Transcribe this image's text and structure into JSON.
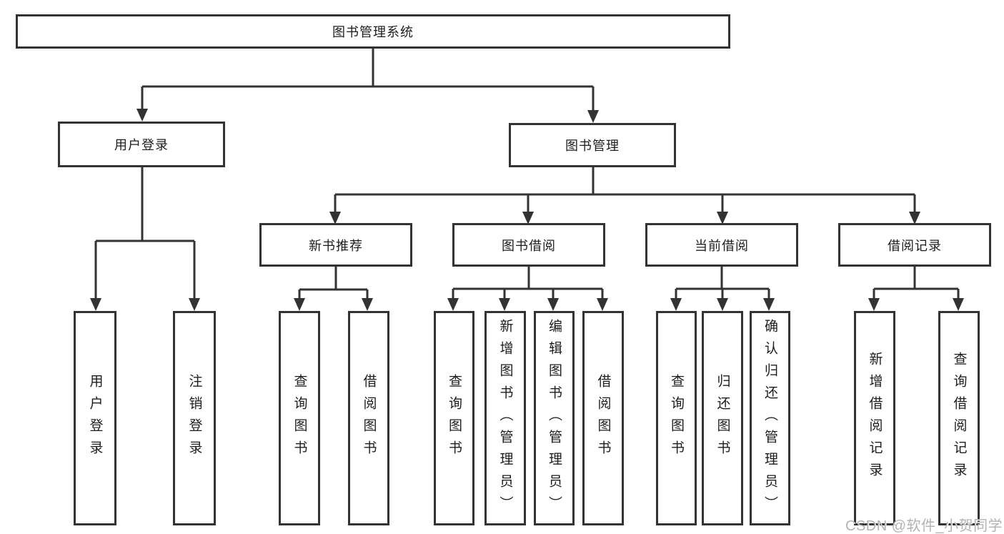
{
  "watermark": "CSDN @软件_小贺同学",
  "tree": {
    "label": "图书管理系统",
    "children": [
      {
        "label": "用户登录",
        "children": [
          {
            "label": "用户登录"
          },
          {
            "label": "注销登录"
          }
        ]
      },
      {
        "label": "图书管理",
        "children": [
          {
            "label": "新书推荐",
            "children": [
              {
                "label": "查询图书"
              },
              {
                "label": "借阅图书"
              }
            ]
          },
          {
            "label": "图书借阅",
            "children": [
              {
                "label": "查询图书"
              },
              {
                "label": "新增图书（管理员）"
              },
              {
                "label": "编辑图书（管理员）"
              },
              {
                "label": "借阅图书"
              }
            ]
          },
          {
            "label": "当前借阅",
            "children": [
              {
                "label": "查询图书"
              },
              {
                "label": "归还图书"
              },
              {
                "label": "确认归还（管理员）"
              }
            ]
          },
          {
            "label": "借阅记录",
            "children": [
              {
                "label": "新增借阅记录"
              },
              {
                "label": "查询借阅记录"
              }
            ]
          }
        ]
      }
    ]
  },
  "colors": {
    "line": "#333333",
    "text": "#1d1d1f",
    "watermark": "#b3b3b3"
  }
}
